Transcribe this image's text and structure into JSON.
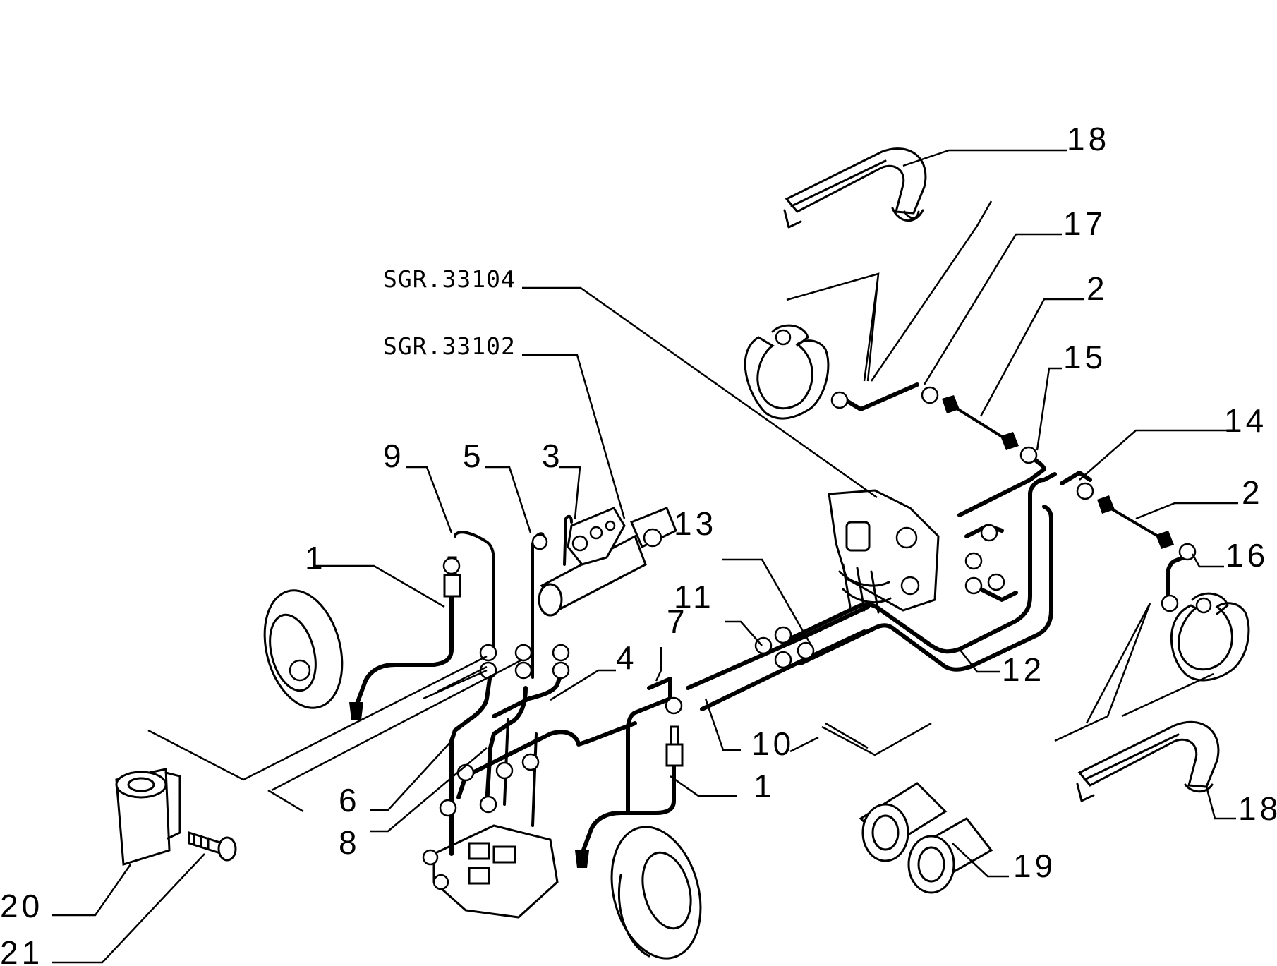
{
  "labels": {
    "p1a": "1",
    "p1b": "1",
    "p2a": "2",
    "p2b": "2",
    "p3": "3",
    "p4": "4",
    "p5": "5",
    "p6": "6",
    "p7": "7",
    "p8": "8",
    "p9": "9",
    "p10": "10",
    "p11": "11",
    "p12": "12",
    "p13": "13",
    "p14": "14",
    "p15": "15",
    "p16": "16",
    "p17": "17",
    "p18a": "18",
    "p18b": "18",
    "p19": "19",
    "p20": "20",
    "p21": "21"
  },
  "references": {
    "sgr_33104": "SGR.33104",
    "sgr_33102": "SGR.33102"
  }
}
